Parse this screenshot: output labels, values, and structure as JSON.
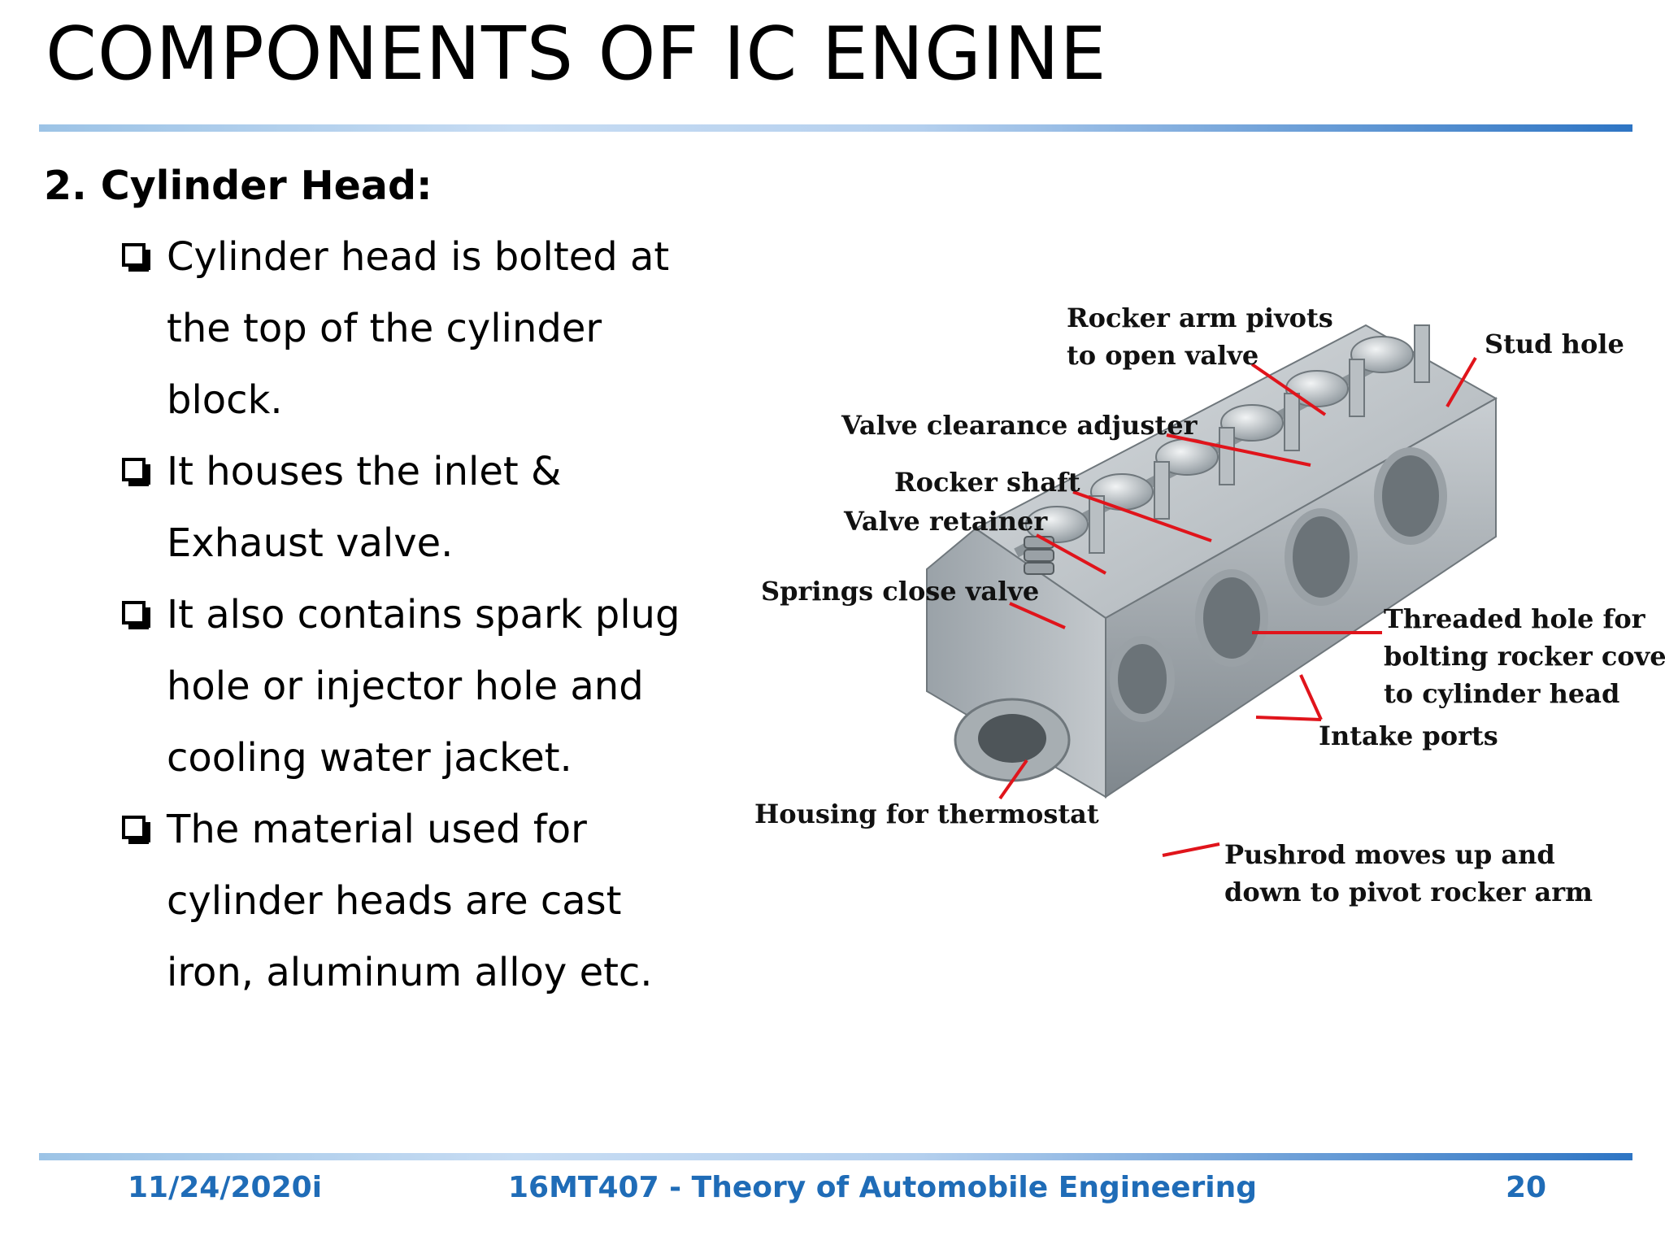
{
  "slide": {
    "title": "COMPONENTS OF IC ENGINE",
    "section_heading": "2. Cylinder Head:",
    "bullets": [
      {
        "lines": [
          "Cylinder head is bolted at",
          "the top of the cylinder",
          "block."
        ]
      },
      {
        "lines": [
          "It houses the inlet &",
          "Exhaust valve."
        ]
      },
      {
        "lines": [
          "It also contains spark plug",
          "hole or injector hole and",
          "cooling water jacket."
        ]
      },
      {
        "lines": [
          "The material used for",
          "cylinder heads are cast",
          "iron, aluminum alloy etc."
        ]
      }
    ]
  },
  "diagram": {
    "labels": {
      "rocker_arm_pivots": [
        "Rocker arm pivots",
        "to open valve"
      ],
      "stud_hole": "Stud hole",
      "valve_clearance_adjuster": "Valve clearance adjuster",
      "rocker_shaft": "Rocker shaft",
      "valve_retainer": "Valve retainer",
      "springs_close_valve": "Springs close valve",
      "threaded_hole": [
        "Threaded hole for",
        "bolting rocker cover",
        "to cylinder head"
      ],
      "intake_ports": "Intake ports",
      "housing_thermostat": "Housing for thermostat",
      "pushrod": [
        "Pushrod moves up and",
        "down to pivot rocker arm"
      ]
    },
    "leader_color": "#e0141b"
  },
  "footer": {
    "date": "11/24/2020i",
    "course": "16MT407 - Theory of Automobile Engineering",
    "page": "20"
  }
}
